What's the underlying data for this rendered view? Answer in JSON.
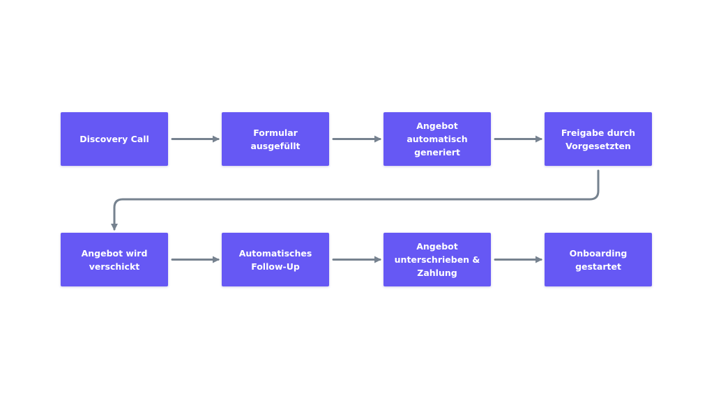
{
  "colors": {
    "background": "#ffffff",
    "node_fill": "#6658f4",
    "node_text": "#ffffff",
    "connector": "#76828f"
  },
  "flowchart": {
    "rows": [
      {
        "nodes": [
          {
            "id": "discovery-call",
            "label": "Discovery Call"
          },
          {
            "id": "formular-ausgefuellt",
            "label": "Formular ausgefüllt"
          },
          {
            "id": "angebot-automatisch-generiert",
            "label": "Angebot automatisch\ngeneriert"
          },
          {
            "id": "freigabe-durch-vorgesetzten",
            "label": "Freigabe durch\nVorgesetzten"
          }
        ]
      },
      {
        "nodes": [
          {
            "id": "angebot-wird-verschickt",
            "label": "Angebot wird\nverschickt"
          },
          {
            "id": "automatisches-follow-up",
            "label": "Automatisches\nFollow-Up"
          },
          {
            "id": "angebot-unterschrieben-zahlung",
            "label": "Angebot\nunterschrieben &\nZahlung"
          },
          {
            "id": "onboarding-gestartet",
            "label": "Onboarding gestartet"
          }
        ]
      }
    ],
    "edges": [
      {
        "from": "discovery-call",
        "to": "formular-ausgefuellt"
      },
      {
        "from": "formular-ausgefuellt",
        "to": "angebot-automatisch-generiert"
      },
      {
        "from": "angebot-automatisch-generiert",
        "to": "freigabe-durch-vorgesetzten"
      },
      {
        "from": "freigabe-durch-vorgesetzten",
        "to": "angebot-wird-verschickt"
      },
      {
        "from": "angebot-wird-verschickt",
        "to": "automatisches-follow-up"
      },
      {
        "from": "automatisches-follow-up",
        "to": "angebot-unterschrieben-zahlung"
      },
      {
        "from": "angebot-unterschrieben-zahlung",
        "to": "onboarding-gestartet"
      }
    ]
  }
}
